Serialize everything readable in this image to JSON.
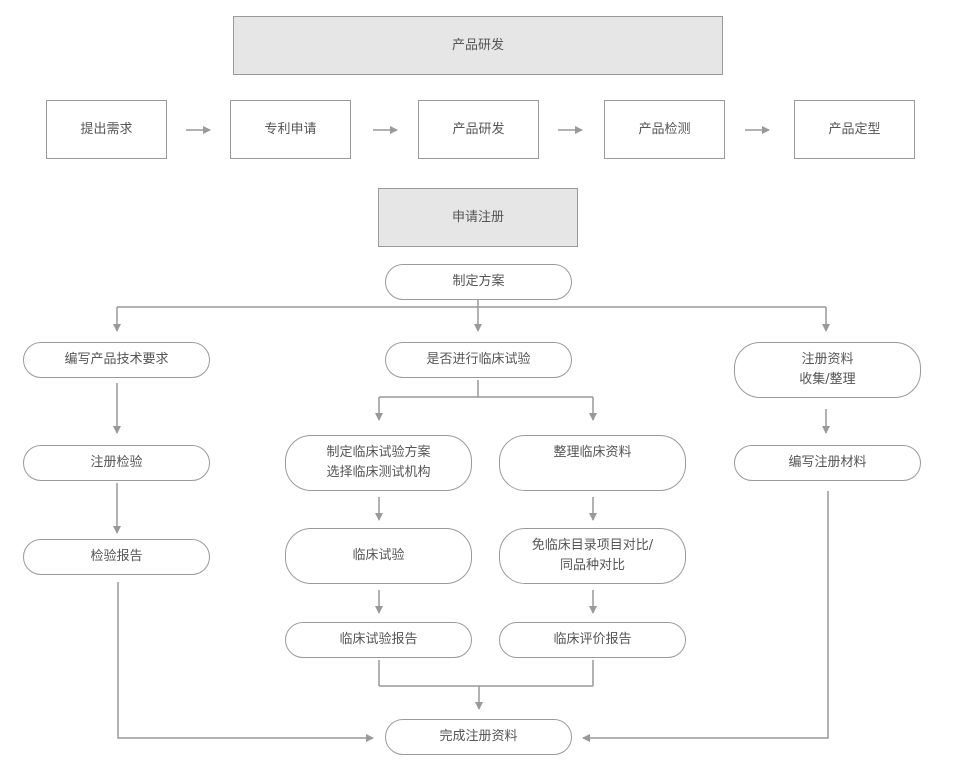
{
  "header_rd": "产品研发",
  "rd_steps": [
    "提出需求",
    "专利申请",
    "产品研发",
    "产品检测",
    "产品定型"
  ],
  "header_reg": "申请注册",
  "plan": "制定方案",
  "left_col": [
    "编写产品技术要求",
    "注册检验",
    "检验报告"
  ],
  "mid_question": "是否进行临床试验",
  "trial_col": [
    "制定临床试验方案\n选择临床测试机构",
    "临床试验",
    "临床试验报告"
  ],
  "exempt_col": [
    "整理临床资料",
    "免临床目录项目对比/\n同品种对比",
    "临床评价报告"
  ],
  "right_col": [
    "注册资料\n收集/整理",
    "编写注册材料"
  ],
  "final": "完成注册资料"
}
